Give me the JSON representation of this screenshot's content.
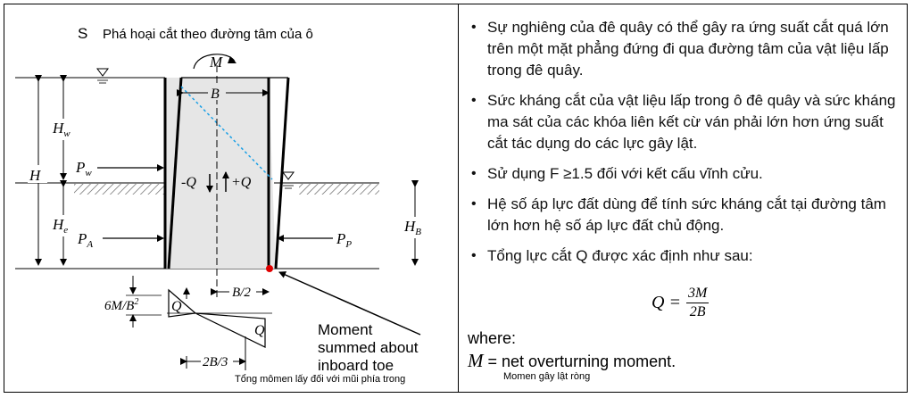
{
  "left": {
    "title_letter": "S",
    "title": "Phá hoại cắt theo đường tâm của ô",
    "labels": {
      "M": "M",
      "B": "B",
      "Hw_H": "H",
      "Hw_sub": "w",
      "H": "H",
      "Pw_P": "P",
      "Pw_sub": "w",
      "He_H": "H",
      "He_sub": "e",
      "PA_P": "P",
      "PA_sub": "A",
      "PP_P": "P",
      "PP_sub": "P",
      "HB_H": "H",
      "HB_sub": "B",
      "negQ": "-Q",
      "posQ": "+Q",
      "Q1": "Q",
      "Q2": "Q",
      "sixM": "6M/B",
      "sixM_sup": "2",
      "B2": "B/2",
      "twoB3": "2B/3"
    },
    "moment_note": [
      "Moment",
      "summed about",
      "inboard toe"
    ],
    "caption": "Tổng mômen lấy đối với mũi phía trong"
  },
  "right": {
    "bullets": [
      "Sự nghiêng của đê quây có thể gây ra ứng suất cắt quá lớn trên một mặt phẳng đứng đi qua đường tâm của vật liệu lấp trong đê quây.",
      "Sức kháng cắt của vật liệu lấp trong ô đê quây và sức kháng ma sát của các khóa liên kết cừ ván phải lớn hơn ứng suất cắt tác dụng do các lực gây lật.",
      "Sử dụng F ≥1.5  đối với kết cấu vĩnh cửu.",
      "Hệ số áp lực đất dùng để tính sức kháng cắt tại đường tâm lớn hơn hệ số áp lực đất chủ động.",
      "Tổng lực cắt Q được xác định như sau:"
    ],
    "formula": {
      "lhs": "Q =",
      "num": "3M",
      "den": "2B"
    },
    "where": "where:",
    "m_symbol": "M",
    "m_def": " = net overturning moment.",
    "m_note": "Momen gây lật ròng"
  }
}
